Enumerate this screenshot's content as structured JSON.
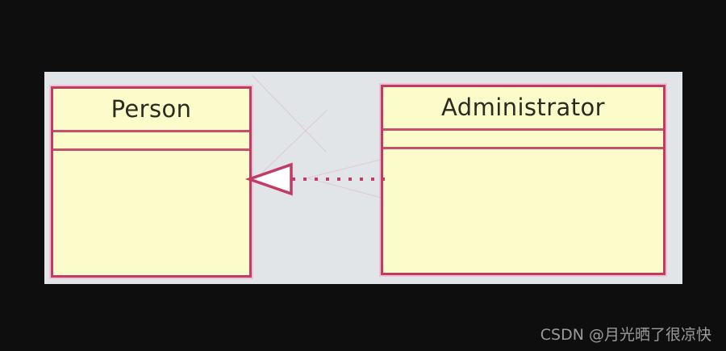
{
  "diagram": {
    "type": "uml-class-diagram",
    "canvas_background": "#e2e5e8",
    "page_background": "#0e0e0e",
    "classes": [
      {
        "id": "person",
        "name": "Person",
        "attributes": [],
        "operations": [],
        "fill_color": "#fcfccb",
        "border_color": "#c43a63"
      },
      {
        "id": "administrator",
        "name": "Administrator",
        "attributes": [],
        "operations": [],
        "fill_color": "#fcfccb",
        "border_color": "#c43a63"
      }
    ],
    "relationships": [
      {
        "id": "realization-1",
        "kind": "realization",
        "label": "",
        "source": "Administrator",
        "target": "Person",
        "line_style": "dashed",
        "arrowhead": "hollow-triangle",
        "color": "#c43a63"
      }
    ]
  },
  "watermark": {
    "text": "CSDN @月光晒了很凉快"
  }
}
